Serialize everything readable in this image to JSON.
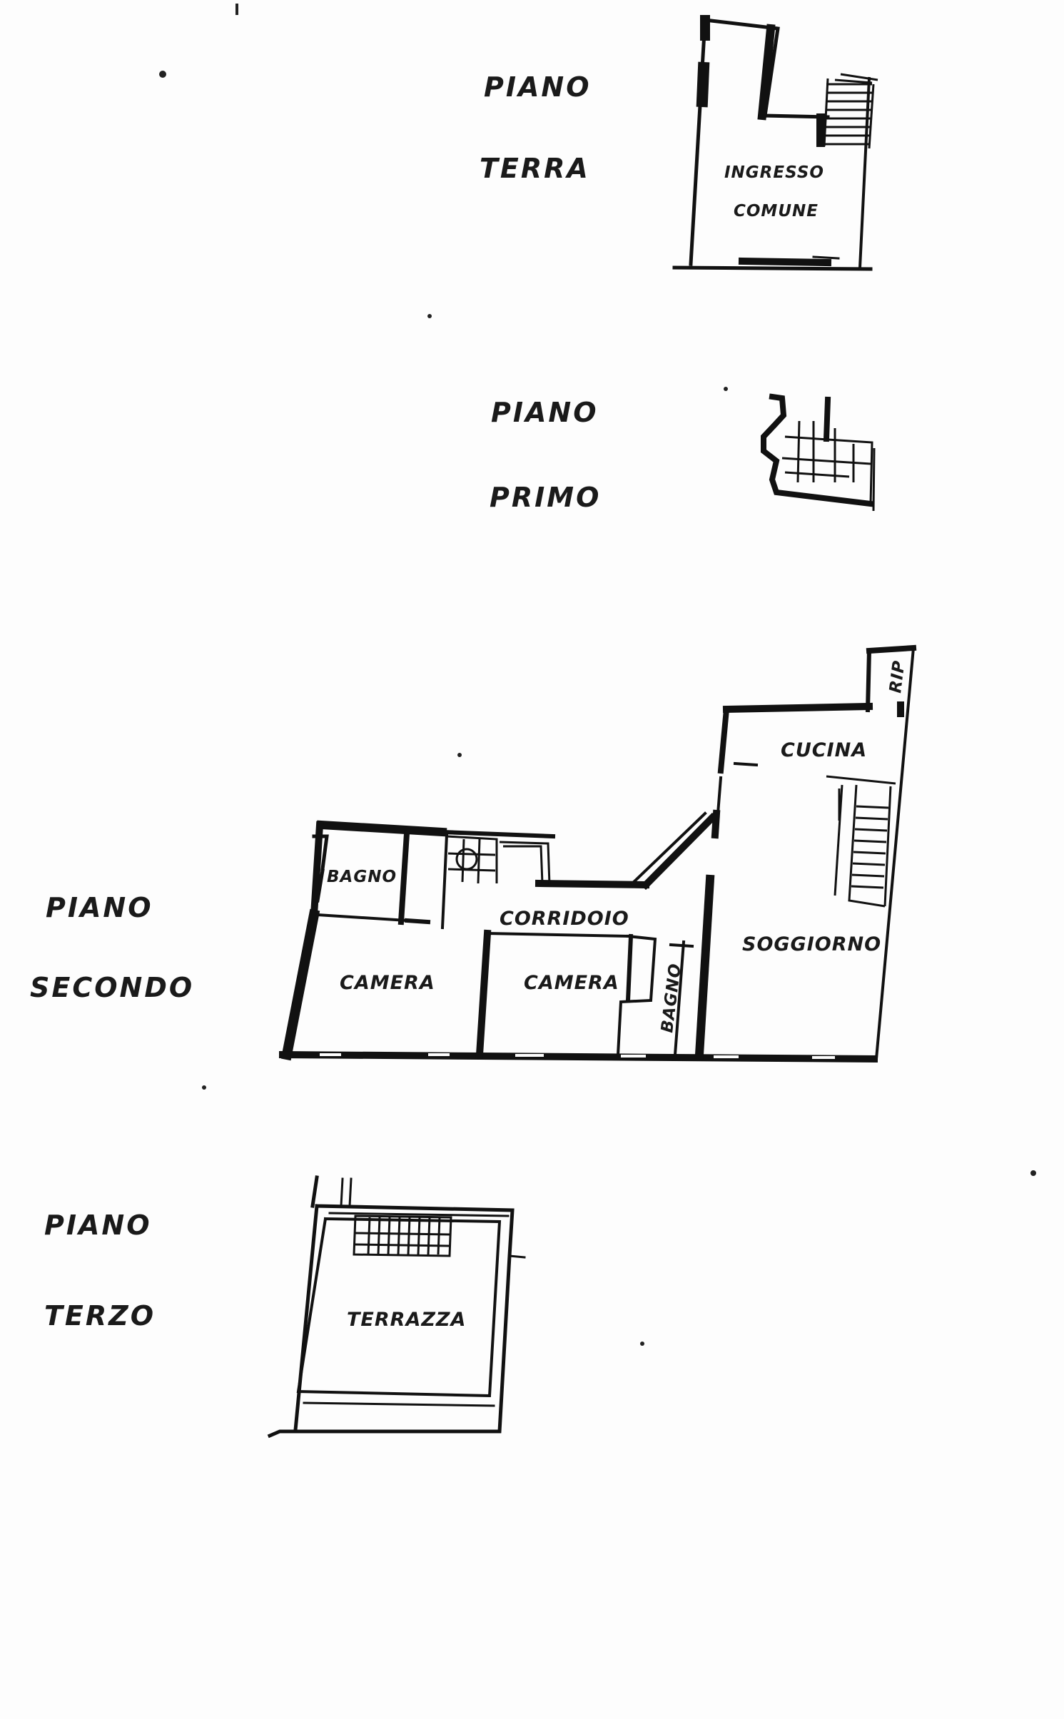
{
  "floors": {
    "ground": {
      "line1": "PIANO",
      "line2": "TERRA",
      "rooms": {
        "entrance_line1": "INGRESSO",
        "entrance_line2": "COMUNE"
      }
    },
    "first": {
      "line1": "PIANO",
      "line2": "PRIMO"
    },
    "second": {
      "line1": "PIANO",
      "line2": "SECONDO",
      "rooms": {
        "bath_left": "BAGNO",
        "corridor": "CORRIDOIO",
        "bedroom_left": "CAMERA",
        "bedroom_mid": "CAMERA",
        "bath_mid": "BAGNO",
        "kitchen": "CUCINA",
        "living": "SOGGIORNO",
        "storage": "RIP"
      }
    },
    "third": {
      "line1": "PIANO",
      "line2": "TERZO",
      "rooms": {
        "terrace": "TERRAZZA"
      }
    }
  }
}
